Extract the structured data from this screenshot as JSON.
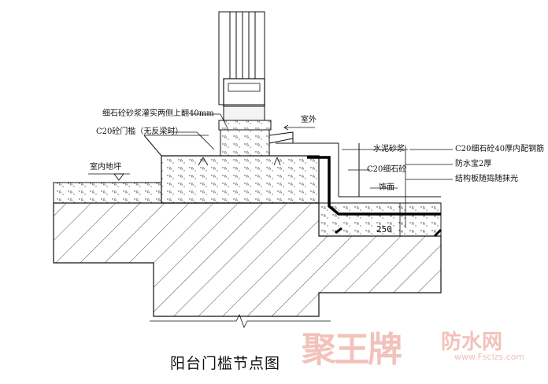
{
  "labels": {
    "fine_stone_mortar": "细石砼砂浆灌实两侧上翻40mm",
    "c20_sill": "C20砼门槛（无反梁时）",
    "outdoor": "室外",
    "indoor_floor": "室内地坪",
    "cement_mortar": "水泥砂浆",
    "c20_fine_stone": "C20细石砼",
    "finish": "饰面",
    "c20_40_steel": "C20细石砼40厚内配钢筋",
    "waterproof": "防水宝2厚",
    "structure_slab": "结构板随捣随抹光",
    "dim_250": "250"
  },
  "caption": "阳台门槛节点图",
  "watermark": {
    "brand": "聚王牌",
    "suffix": "防水网",
    "url": "www.Fsclzs.com"
  },
  "colors": {
    "line": "#111111",
    "watermark": "#f0b8b0"
  }
}
